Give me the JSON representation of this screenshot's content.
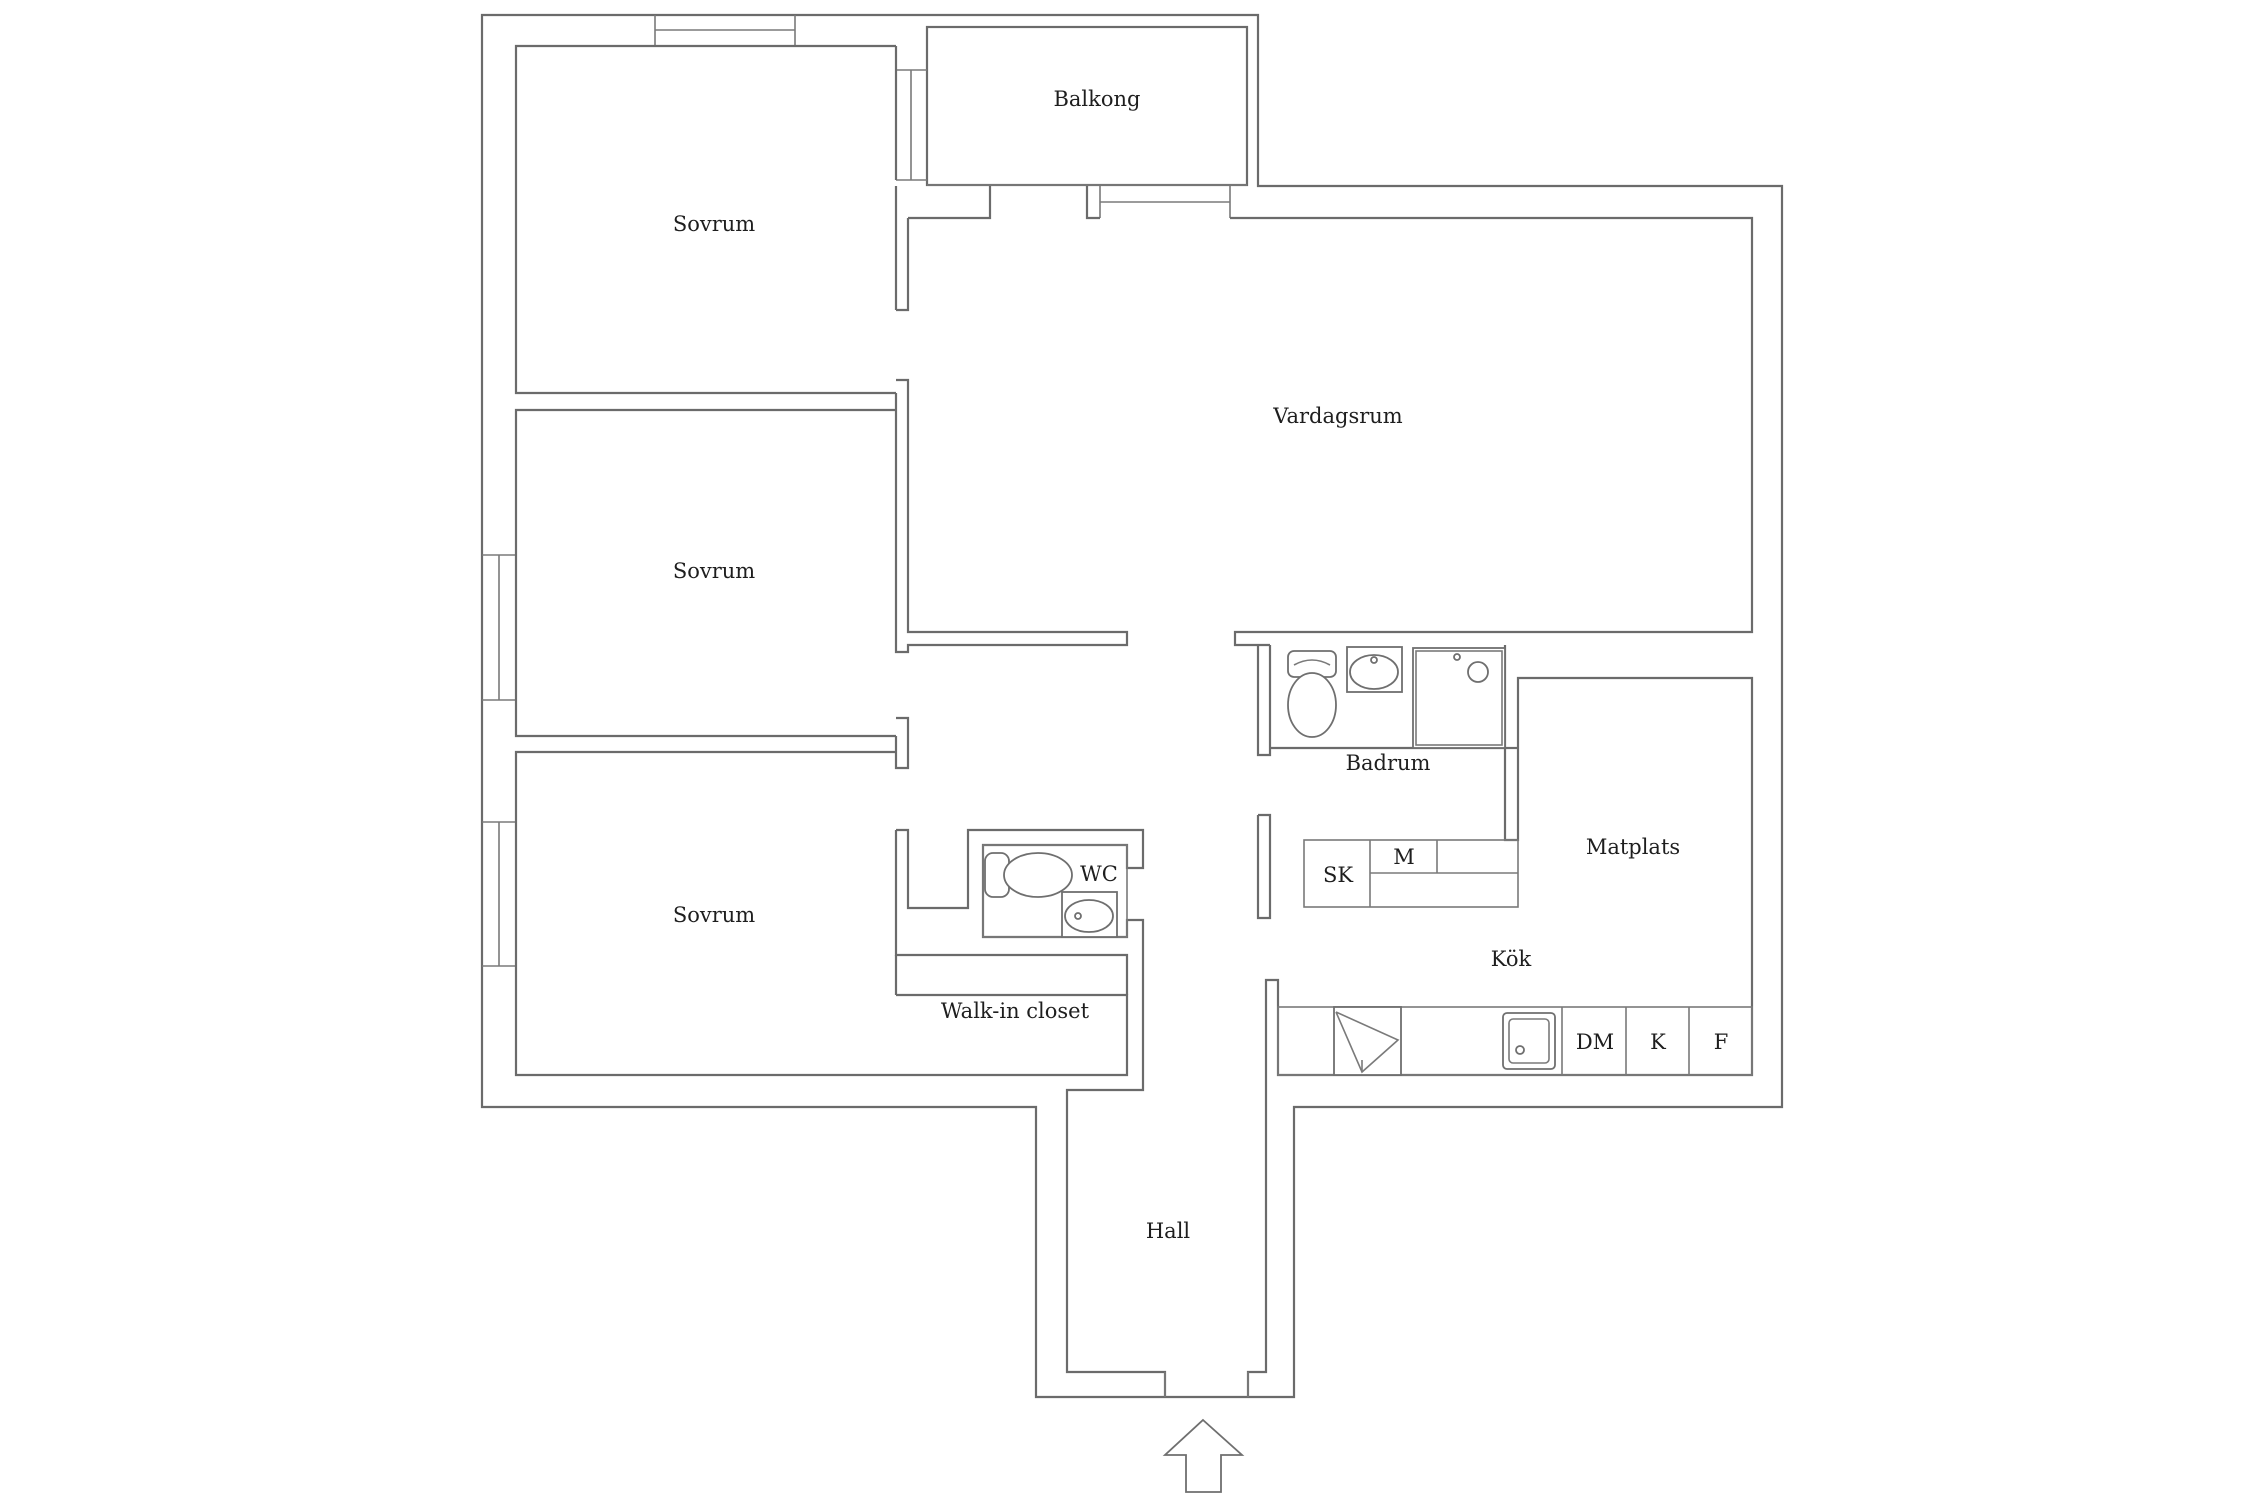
{
  "rooms": {
    "balkong": "Balkong",
    "sovrum_1": "Sovrum",
    "sovrum_2": "Sovrum",
    "sovrum_3": "Sovrum",
    "vardagsrum": "Vardagsrum",
    "badrum": "Badrum",
    "wc": "WC",
    "matplats": "Matplats",
    "walk_in_closet": "Walk-in closet",
    "kok": "Kök",
    "hall": "Hall"
  },
  "appliances": {
    "sk": "SK",
    "m": "M",
    "dm": "DM",
    "k": "K",
    "f": "F"
  },
  "entrance": {
    "icon": "entrance-arrow-icon"
  }
}
